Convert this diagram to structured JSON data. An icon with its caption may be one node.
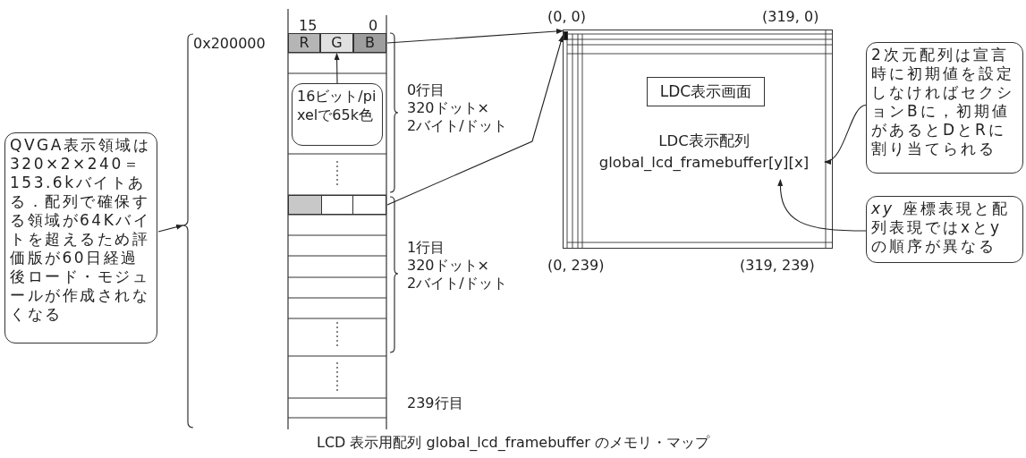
{
  "diagram": {
    "caption": "LCD 表示用配列 global_lcd_framebuffer のメモリ・マップ",
    "nodes": [
      {
        "text": [
          "QVGA表示領域は320×2×240＝153.6kバイトある．配列で確保する領域が64Kバイトを超えるため評価版が60日経過後ロード・モジュールが作成されなくなる"
        ]
      },
      {
        "text": [],
        "shape": "box"
      },
      {
        "text": [
          "R"
        ],
        "in": 1
      },
      {
        "text": [
          "G"
        ],
        "in": 1
      },
      {
        "text": [
          "B"
        ],
        "in": 1
      },
      {
        "text": [
          "16ビット/pixelで65k色"
        ],
        "in": 1
      },
      {
        "text": [],
        "shape": "box",
        "in": 1
      },
      {
        "text": [],
        "shape": "box"
      },
      {
        "text": [
          "LDC表示画面"
        ],
        "in": 7
      },
      {
        "text": [
          "LDC表示配列",
          "global_lcd_framebuffer[y][x]"
        ],
        "in": 7
      },
      {
        "text": [],
        "shape": "box",
        "in": 7
      },
      {
        "text": [
          "2次元配列は宣言時に初期値を設定しなければセクションBに，初期値があるとDとRに割り当てられる"
        ]
      },
      {
        "text": [
          "*xy* 座標表現と配列表現ではxとyの順序が異なる"
        ]
      }
    ],
    "edges": [
      {
        "from": 0,
        "to": 1,
        "arrow": "to"
      },
      {
        "from": 5,
        "to": 3,
        "arrow": "to"
      },
      {
        "from": 4,
        "to": 10,
        "arrow": "to"
      },
      {
        "from": 6,
        "to": 10,
        "arrow": "to"
      },
      {
        "from": 11,
        "to": 9,
        "arrow": "to"
      },
      {
        "from": 12,
        "to": 9,
        "arrow": "to"
      }
    ],
    "labels": [
      "15",
      "0",
      "0x200000",
      "(0, 0)",
      "(319, 0)",
      "0行目",
      "320ドット×",
      "2バイト/ドット",
      "(0, 239)",
      "(319, 239)",
      "1行目",
      "320ドット×",
      "2バイト/ドット",
      "239行目"
    ]
  }
}
